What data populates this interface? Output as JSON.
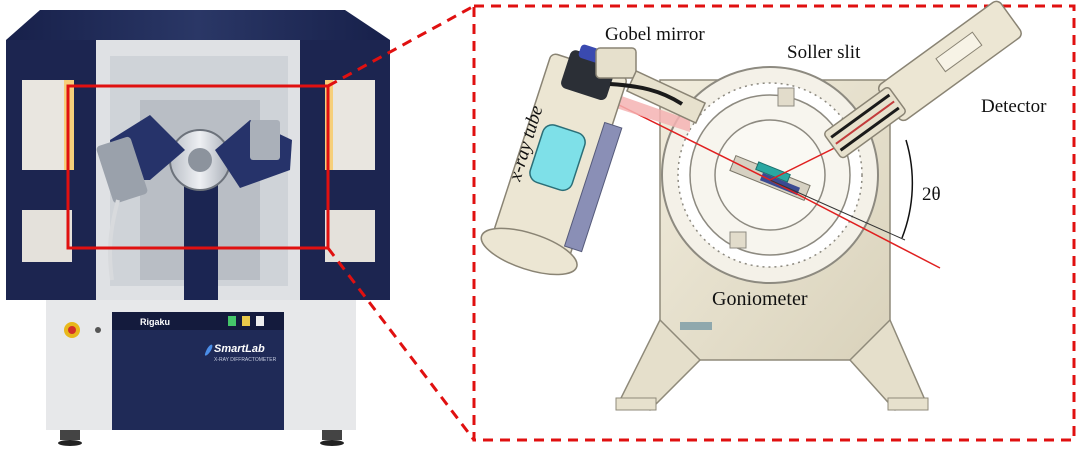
{
  "machine": {
    "brand": "Rigaku",
    "model": "SmartLab",
    "model_sub": "X-RAY DIFFRACTOMETER"
  },
  "labels": {
    "gobel_mirror": "Gobel mirror",
    "soller_slit": "Soller slit",
    "detector": "Detector",
    "xray_tube": "x-ray tube",
    "two_theta": "2θ",
    "goniometer": "Goniometer"
  },
  "colors": {
    "highlight_red": "#e01010",
    "cabinet_navy": "#1f2a4f",
    "beam_red": "#e02020"
  }
}
